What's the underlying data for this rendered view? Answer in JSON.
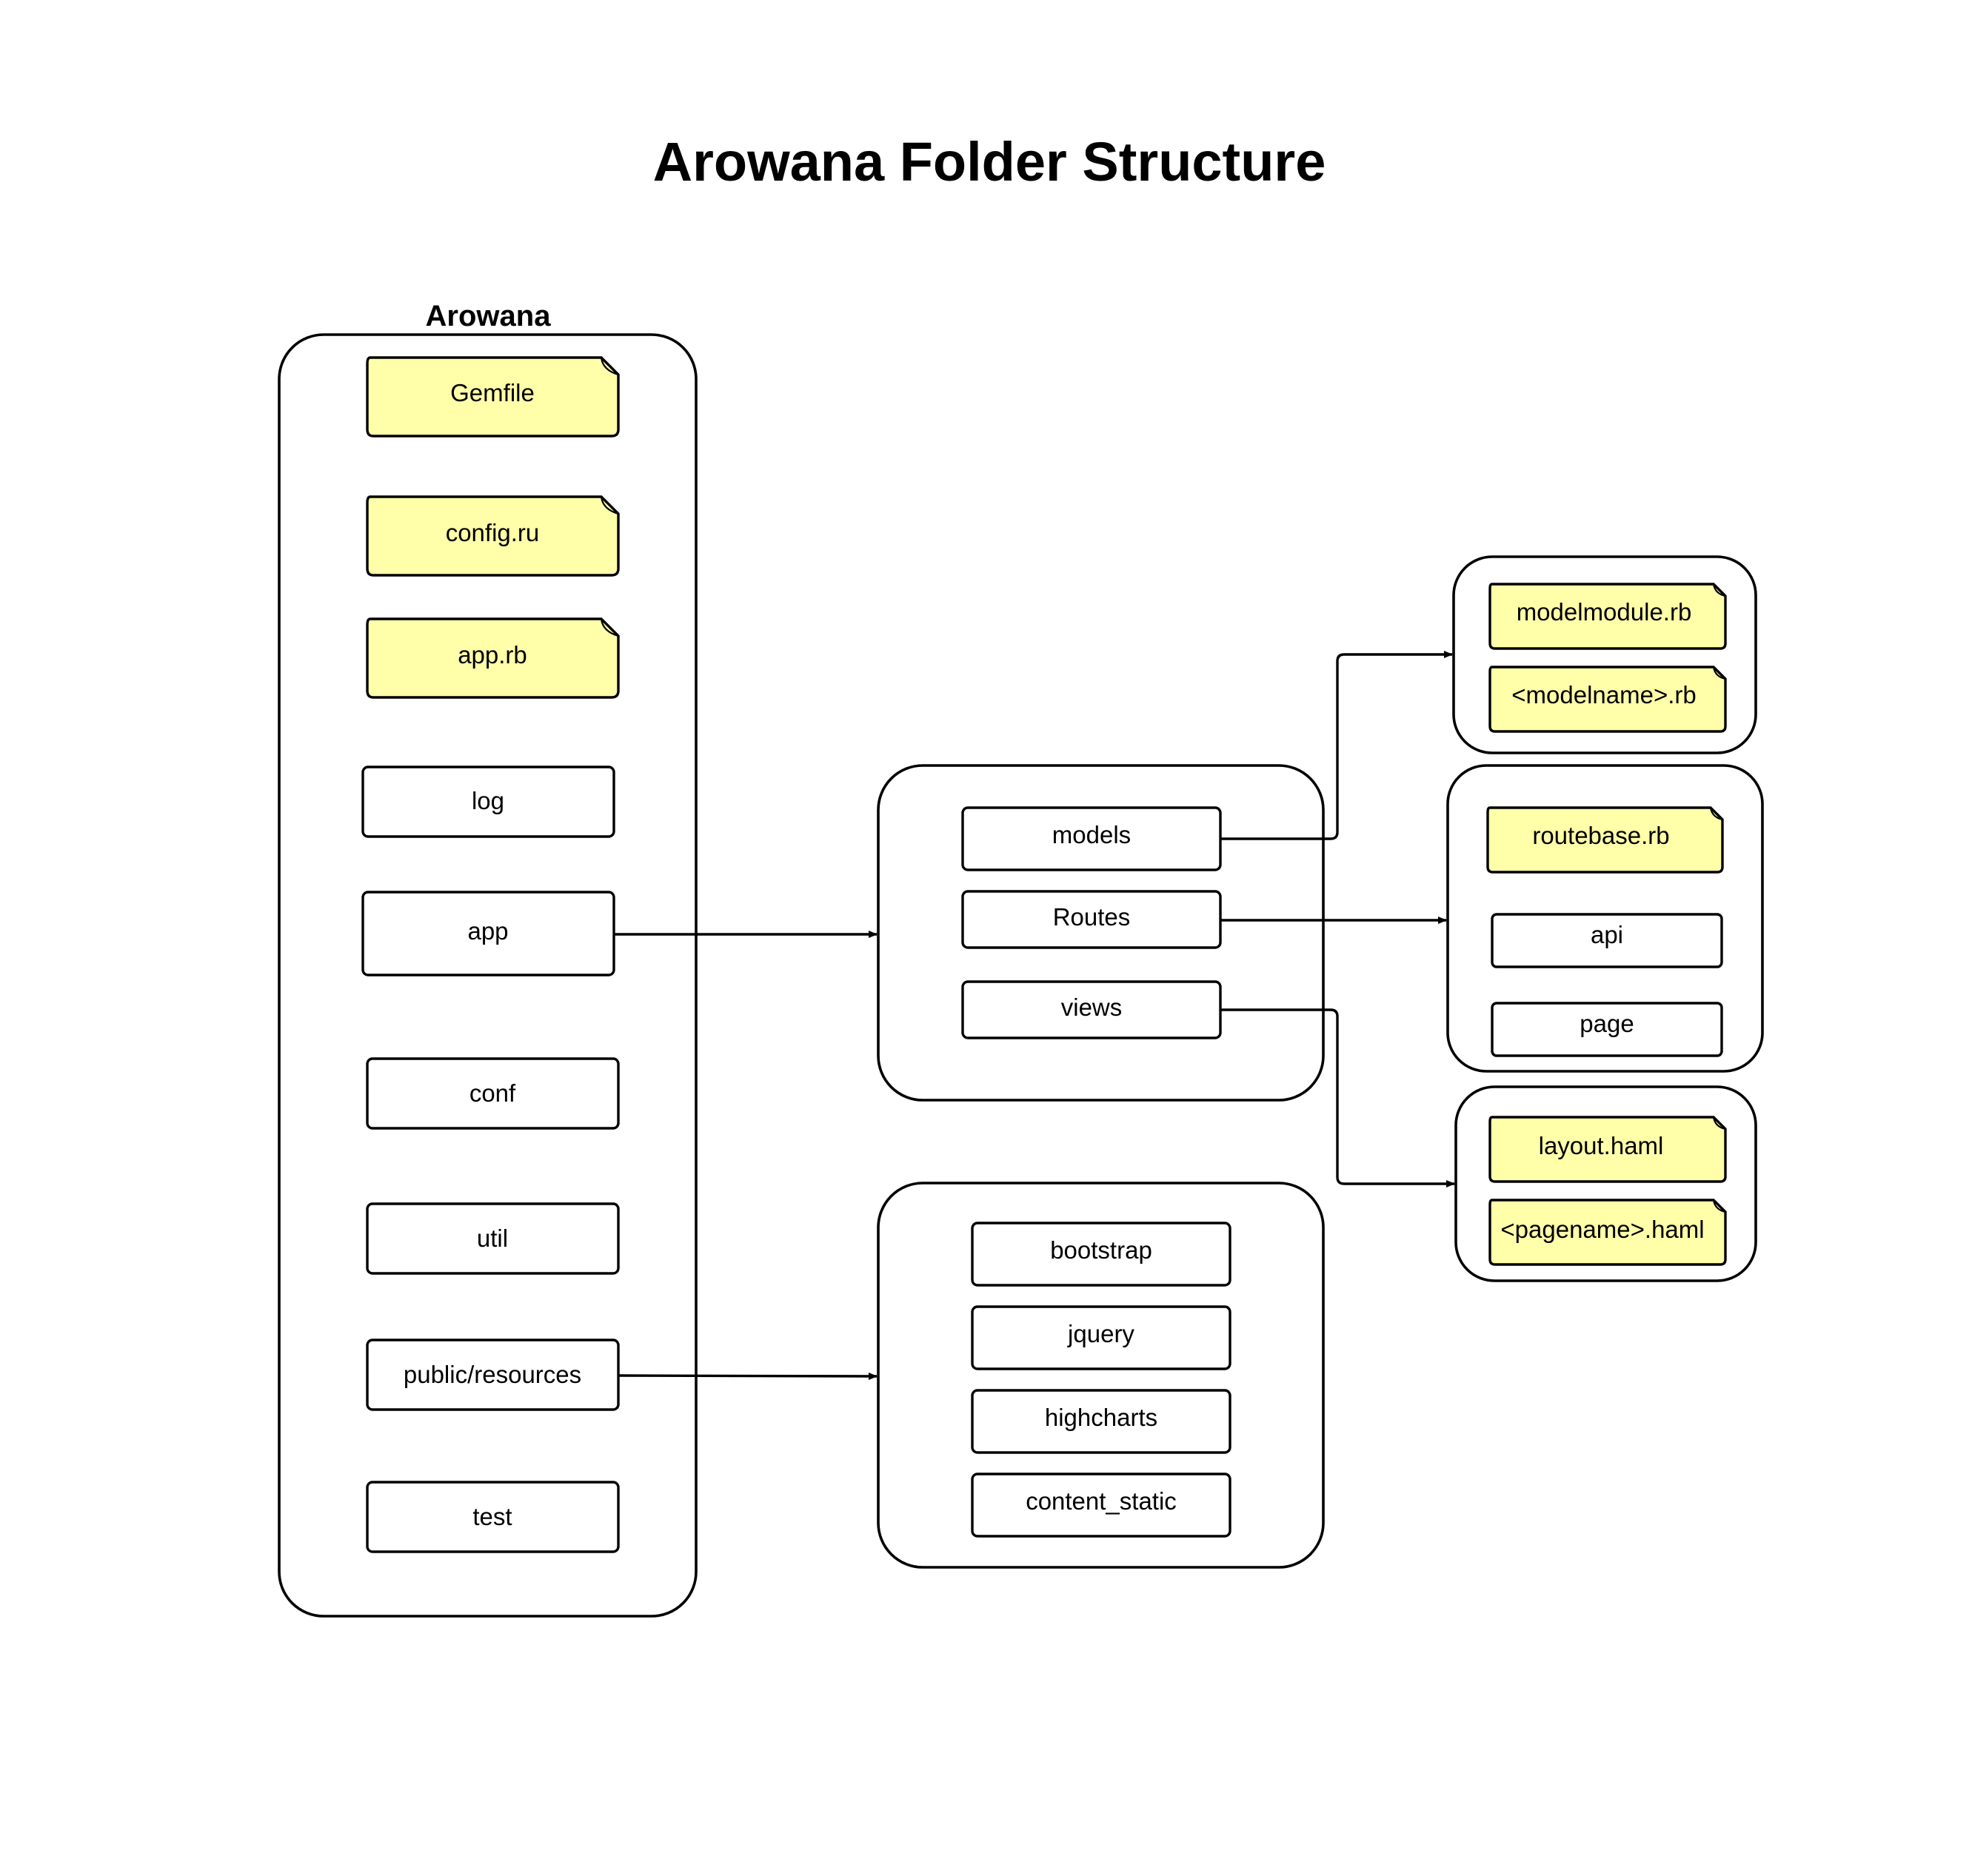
{
  "title": "Arowana Folder Structure",
  "colors": {
    "file_fill": "#ffffa9",
    "folder_fill": "#ffffff",
    "stroke": "#000000",
    "background": "#ffffff"
  },
  "root": {
    "label": "Arowana",
    "files": {
      "gemfile": "Gemfile",
      "config_ru": "config.ru",
      "app_rb": "app.rb"
    },
    "folders": {
      "log": "log",
      "app": "app",
      "conf": "conf",
      "util": "util",
      "public_resources": "public/resources",
      "test": "test"
    }
  },
  "app_folder": {
    "models": "models",
    "routes": "Routes",
    "views": "views"
  },
  "public_folder": {
    "bootstrap": "bootstrap",
    "jquery": "jquery",
    "highcharts": "highcharts",
    "content_static": "content_static"
  },
  "models_folder": {
    "modelmodule_rb": "modelmodule.rb",
    "modelname_rb": "<modelname>.rb"
  },
  "routes_folder": {
    "routebase_rb": "routebase.rb",
    "api": "api",
    "page": "page"
  },
  "views_folder": {
    "layout_haml": "layout.haml",
    "pagename_haml": "<pagename>.haml"
  },
  "connections": [
    {
      "from": "app",
      "to": "app_folder"
    },
    {
      "from": "public/resources",
      "to": "public_folder"
    },
    {
      "from": "models",
      "to": "models_folder"
    },
    {
      "from": "Routes",
      "to": "routes_folder"
    },
    {
      "from": "views",
      "to": "views_folder"
    }
  ]
}
